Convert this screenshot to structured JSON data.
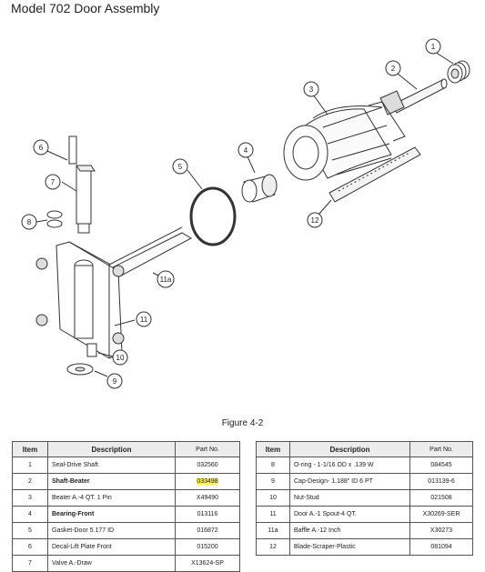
{
  "title": "Model 702 Door Assembly",
  "figure_caption": "Figure 4-2",
  "callouts": [
    "1",
    "2",
    "3",
    "4",
    "5",
    "6",
    "7",
    "8",
    "9",
    "10",
    "11",
    "11a",
    "12"
  ],
  "table_headers": {
    "item": "Item",
    "description": "Description",
    "part_no": "Part No."
  },
  "left_rows": [
    {
      "item": "1",
      "description": "Seal-Drive Shaft",
      "part_no": "032560",
      "bold": false,
      "highlight": false
    },
    {
      "item": "2",
      "description": "Shaft-Beater",
      "part_no": "033498",
      "bold": true,
      "highlight": true
    },
    {
      "item": "3",
      "description": "Beater A.-4 QT. 1 Pin",
      "part_no": "X49490",
      "bold": false,
      "highlight": false
    },
    {
      "item": "4",
      "description": "Bearing-Front",
      "part_no": "013116",
      "bold": true,
      "highlight": false
    },
    {
      "item": "5",
      "description": "Gasket-Door 5.177 ID",
      "part_no": "016872",
      "bold": false,
      "highlight": false
    },
    {
      "item": "6",
      "description": "Decal-Lift Plate Front",
      "part_no": "015200",
      "bold": false,
      "highlight": false
    },
    {
      "item": "7",
      "description": "Valve A.-Draw",
      "part_no": "X13624-SP",
      "bold": false,
      "highlight": false
    }
  ],
  "right_rows": [
    {
      "item": "8",
      "description": "O-ring - 1-1/16 OD x .139 W",
      "part_no": "084545",
      "bold": false,
      "highlight": false
    },
    {
      "item": "9",
      "description": "Cap-Design- 1.188\" ID 6 PT",
      "part_no": "013139-6",
      "bold": false,
      "highlight": false
    },
    {
      "item": "10",
      "description": "Nut-Stud",
      "part_no": "021508",
      "bold": false,
      "highlight": false
    },
    {
      "item": "11",
      "description": "Door A.-1 Spout-4 QT.",
      "part_no": "X30269-SER",
      "bold": false,
      "highlight": false
    },
    {
      "item": "11a",
      "description": "Baffle A.-12 Inch",
      "part_no": "X30273",
      "bold": false,
      "highlight": false
    },
    {
      "item": "12",
      "description": "Blade-Scraper-Plastic",
      "part_no": "081094",
      "bold": false,
      "highlight": false
    }
  ],
  "colors": {
    "highlight": "#fff34d",
    "header_bg": "#ececec",
    "line": "#333333"
  }
}
